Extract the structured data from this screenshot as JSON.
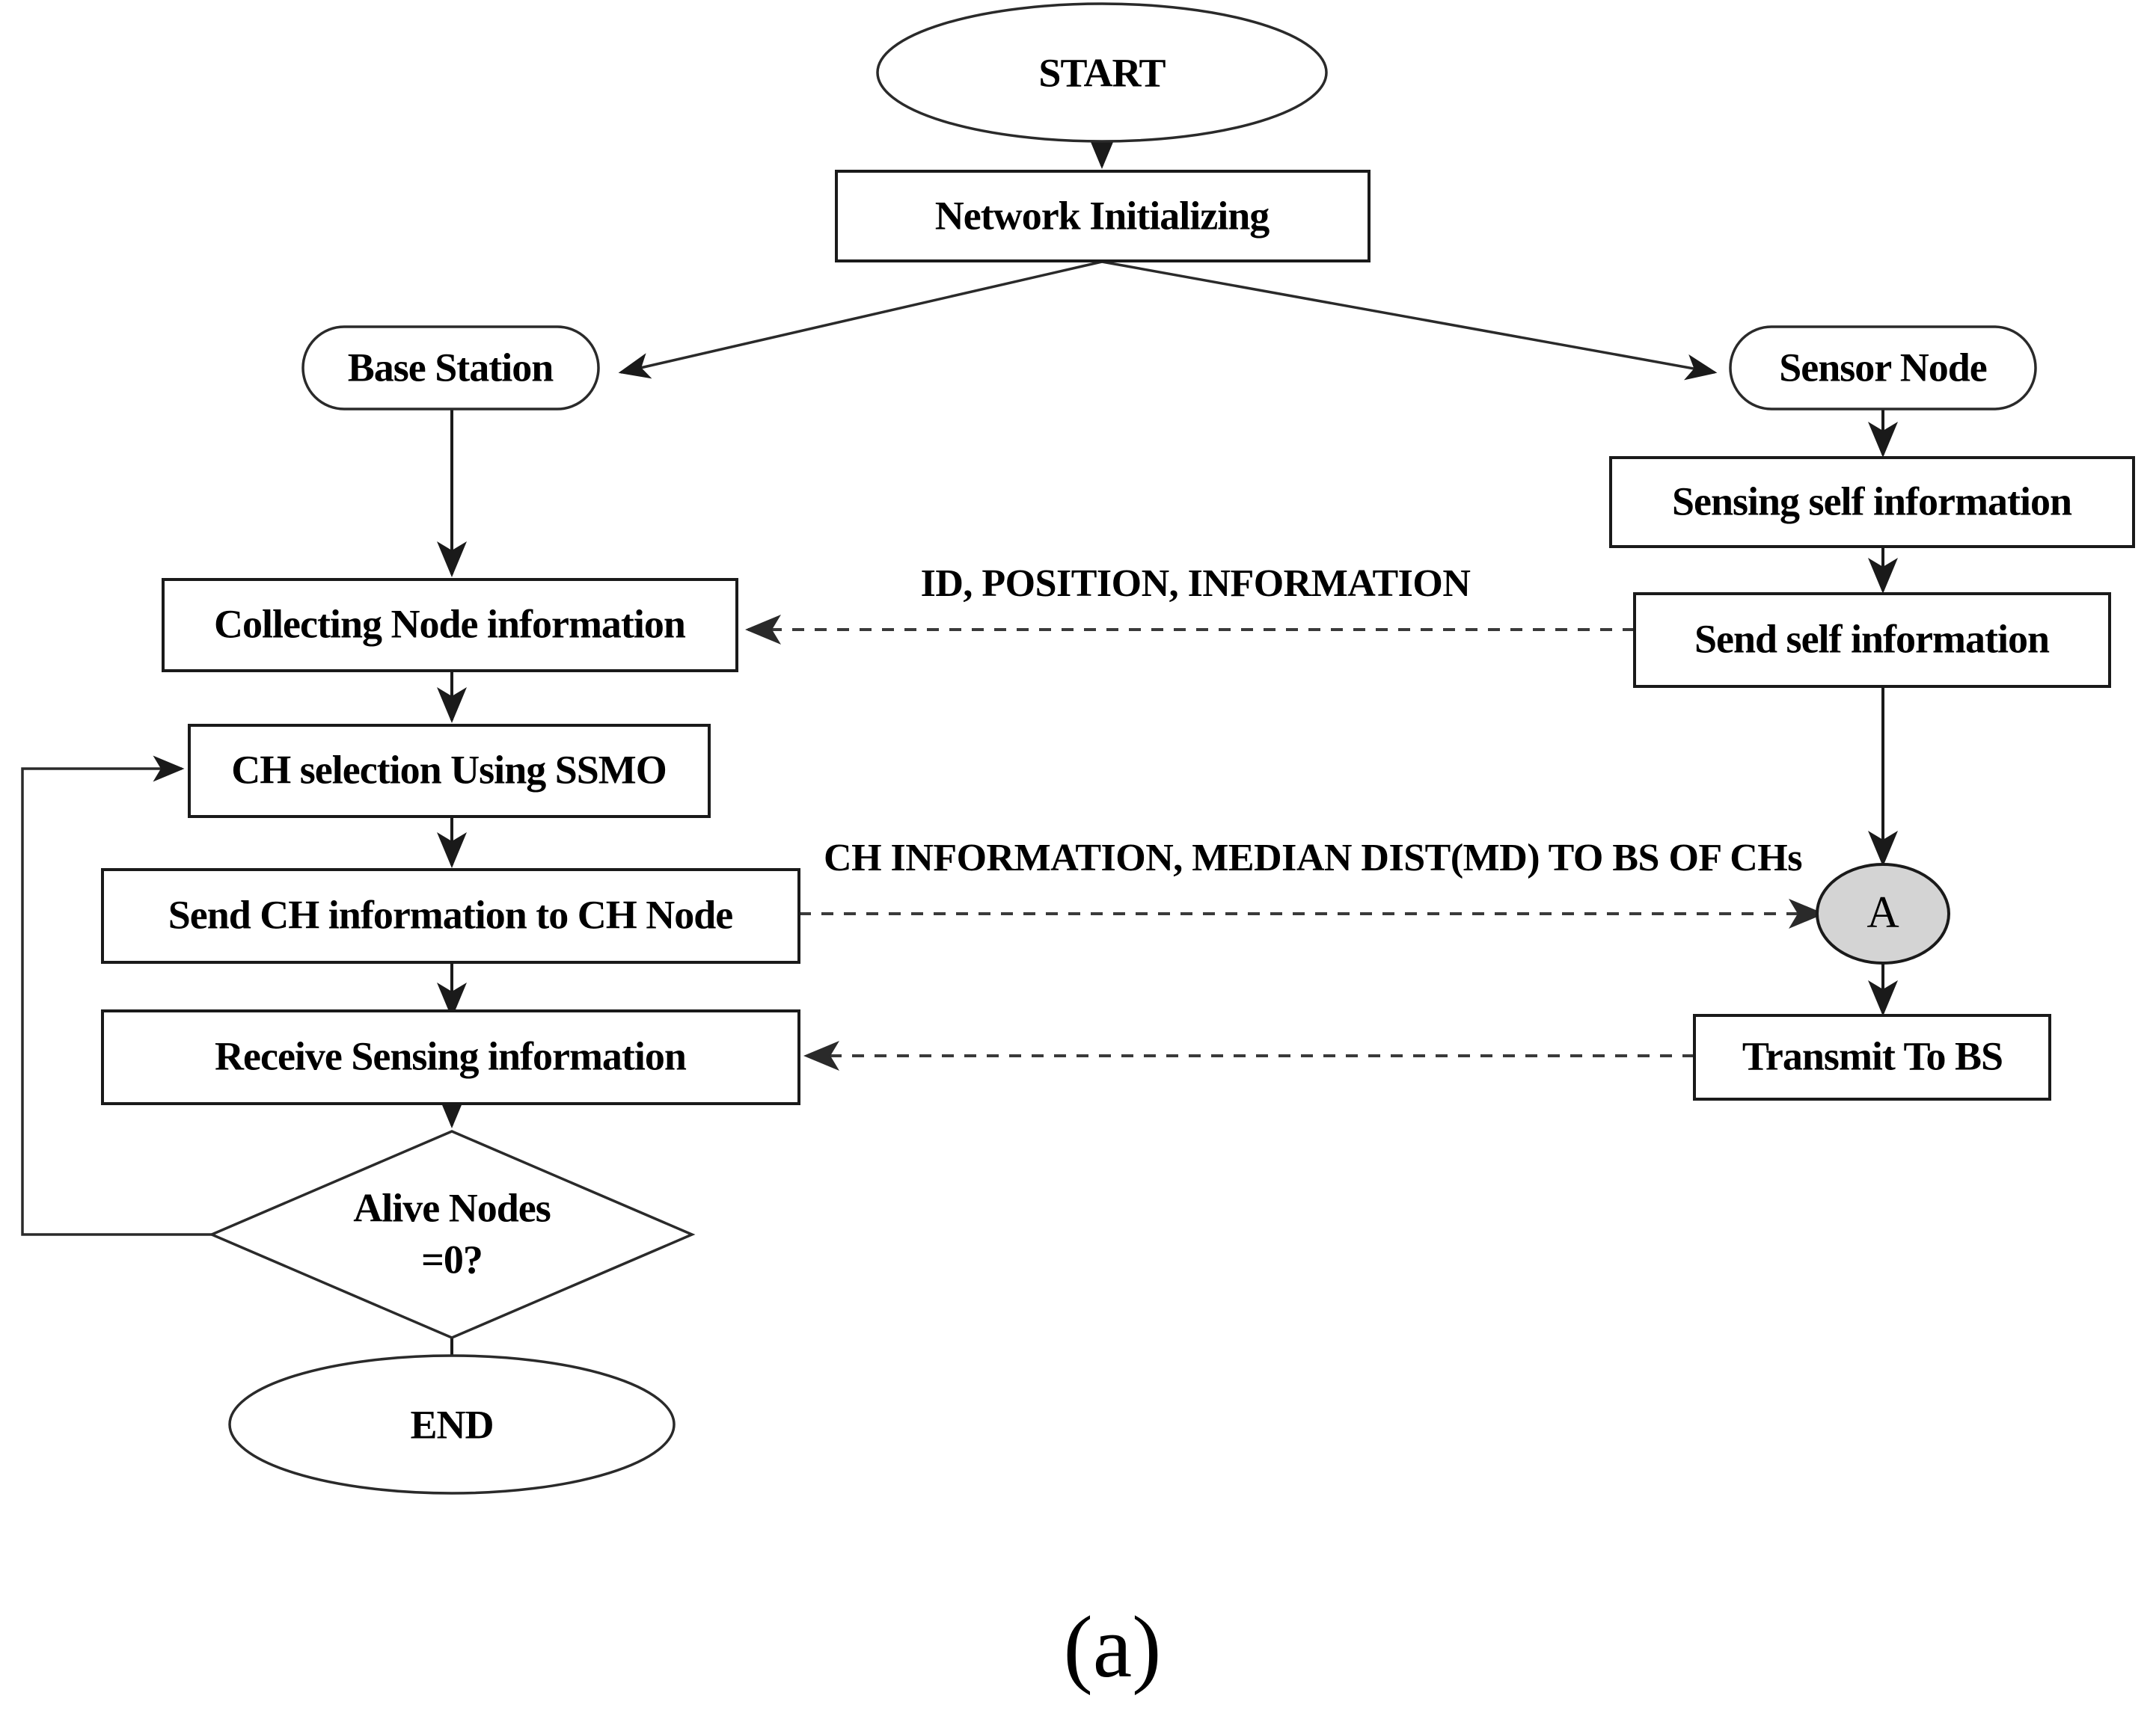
{
  "figure": {
    "caption": "(a)",
    "background_color": "#ffffff",
    "line_color": "#1a1a1a",
    "connector_fill_color": "#d4d4d4"
  },
  "nodes": {
    "start": {
      "label": "START",
      "shape": "ellipse"
    },
    "network_init": {
      "label": "Network Initializing",
      "shape": "rectangle"
    },
    "base_station": {
      "label": "Base Station",
      "shape": "stadium"
    },
    "sensor_node": {
      "label": "Sensor Node",
      "shape": "stadium"
    },
    "collecting_node_info": {
      "label": "Collecting Node information",
      "shape": "rectangle"
    },
    "ch_selection": {
      "label": "CH selection Using SSMO",
      "shape": "rectangle"
    },
    "send_ch_info": {
      "label": "Send CH information to CH Node",
      "shape": "rectangle"
    },
    "receive_sensing_info": {
      "label": "Receive Sensing information",
      "shape": "rectangle"
    },
    "alive_nodes": {
      "label_line1": "Alive Nodes",
      "label_line2": "=0?",
      "shape": "diamond"
    },
    "end": {
      "label": "END",
      "shape": "ellipse"
    },
    "sensing_self_info": {
      "label": "Sensing self information",
      "shape": "rectangle"
    },
    "send_self_info": {
      "label": "Send self information",
      "shape": "rectangle"
    },
    "connector_a": {
      "label": "A",
      "shape": "ellipse-filled"
    },
    "transmit_to_bs": {
      "label": "Transmit To BS",
      "shape": "rectangle"
    }
  },
  "edge_labels": {
    "id_position_information": "ID, POSITION, INFORMATION",
    "ch_information_median_dist": "CH INFORMATION, MEDIAN DIST(MD) TO BS OF CHs"
  }
}
